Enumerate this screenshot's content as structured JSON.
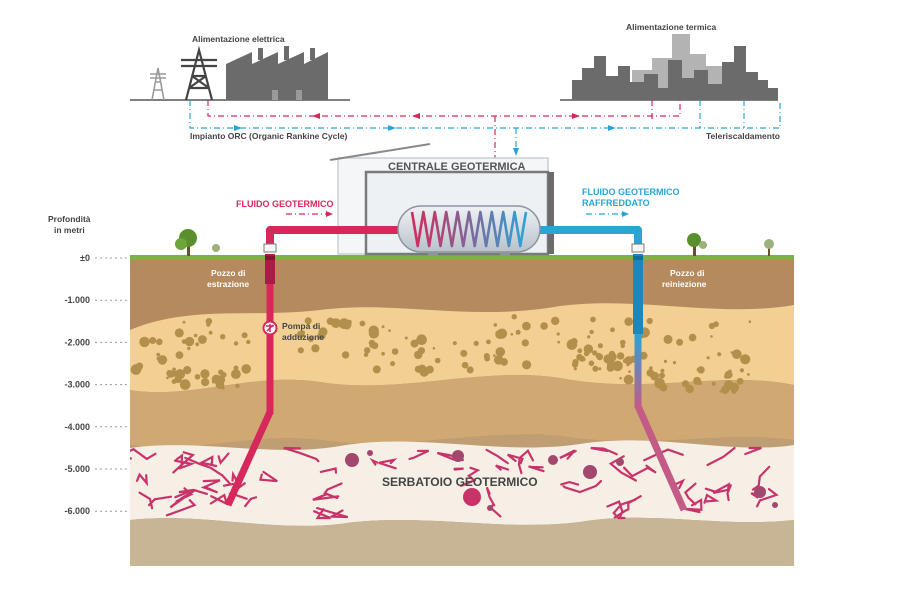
{
  "labels": {
    "electric_supply": "Alimentazione elettrica",
    "thermal_supply": "Alimentazione termica",
    "orc_plant": "Impianto ORC (Organic Rankine Cycle)",
    "district_heating": "Teleriscaldamento",
    "plant": "CENTRALE GEOTERMICA",
    "hot_fluid": "FLUIDO GEOTERMICO",
    "cold_fluid_1": "FLUIDO GEOTERMICO",
    "cold_fluid_2": "RAFFREDDATO",
    "depth_title_1": "Profondità",
    "depth_title_2": "in metri",
    "extraction_well_1": "Pozzo di",
    "extraction_well_2": "estrazione",
    "reinjection_well_1": "Pozzo di",
    "reinjection_well_2": "reiniezione",
    "pump_1": "Pompa di",
    "pump_2": "adduzione",
    "reservoir": "SERBATOIO GEOTERMICO"
  },
  "depth_ticks": [
    "±0",
    "-1.000",
    "-2.000",
    "-3.000",
    "-4.000",
    "-5.000",
    "-6.000"
  ],
  "colors": {
    "hot": "#d6285a",
    "cold": "#2ba3d6",
    "topsoil": "#b48a5e",
    "sand": "#f2cf92",
    "mid_rock": "#cfa874",
    "deep_rock": "#c09e74",
    "reservoir": "#f5efe6",
    "bedrock": "#c7b596",
    "pebbles": "#b0904a",
    "building": "#6b6b6b",
    "grass": "#7cb342"
  },
  "icons": [
    "pylon-icon",
    "factory-icon",
    "city-skyline-icon",
    "tree-icon",
    "pump-icon",
    "heat-exchanger-icon"
  ]
}
